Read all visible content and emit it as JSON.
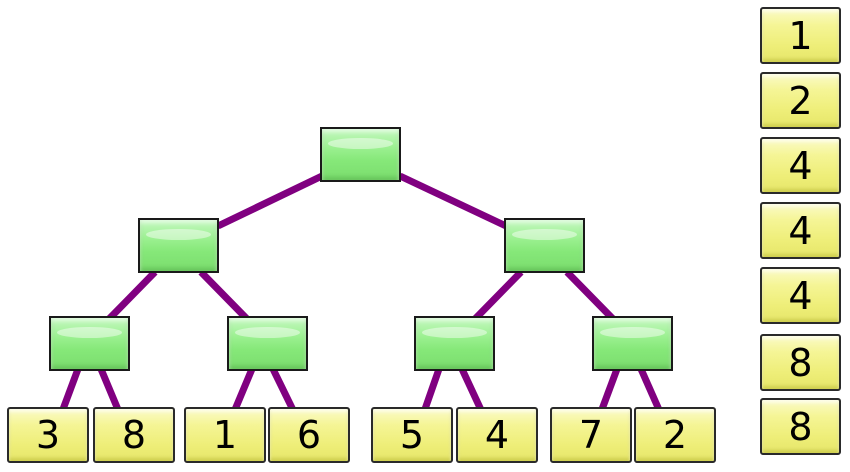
{
  "colors": {
    "edge": "#800080",
    "tree_node_fill": "#90ee80",
    "number_box_fill": "#f0f080"
  },
  "leaves": [
    "3",
    "8",
    "1",
    "6",
    "5",
    "4",
    "7",
    "2"
  ],
  "sorted_column": [
    "1",
    "2",
    "4",
    "4",
    "4",
    "8",
    "8"
  ]
}
